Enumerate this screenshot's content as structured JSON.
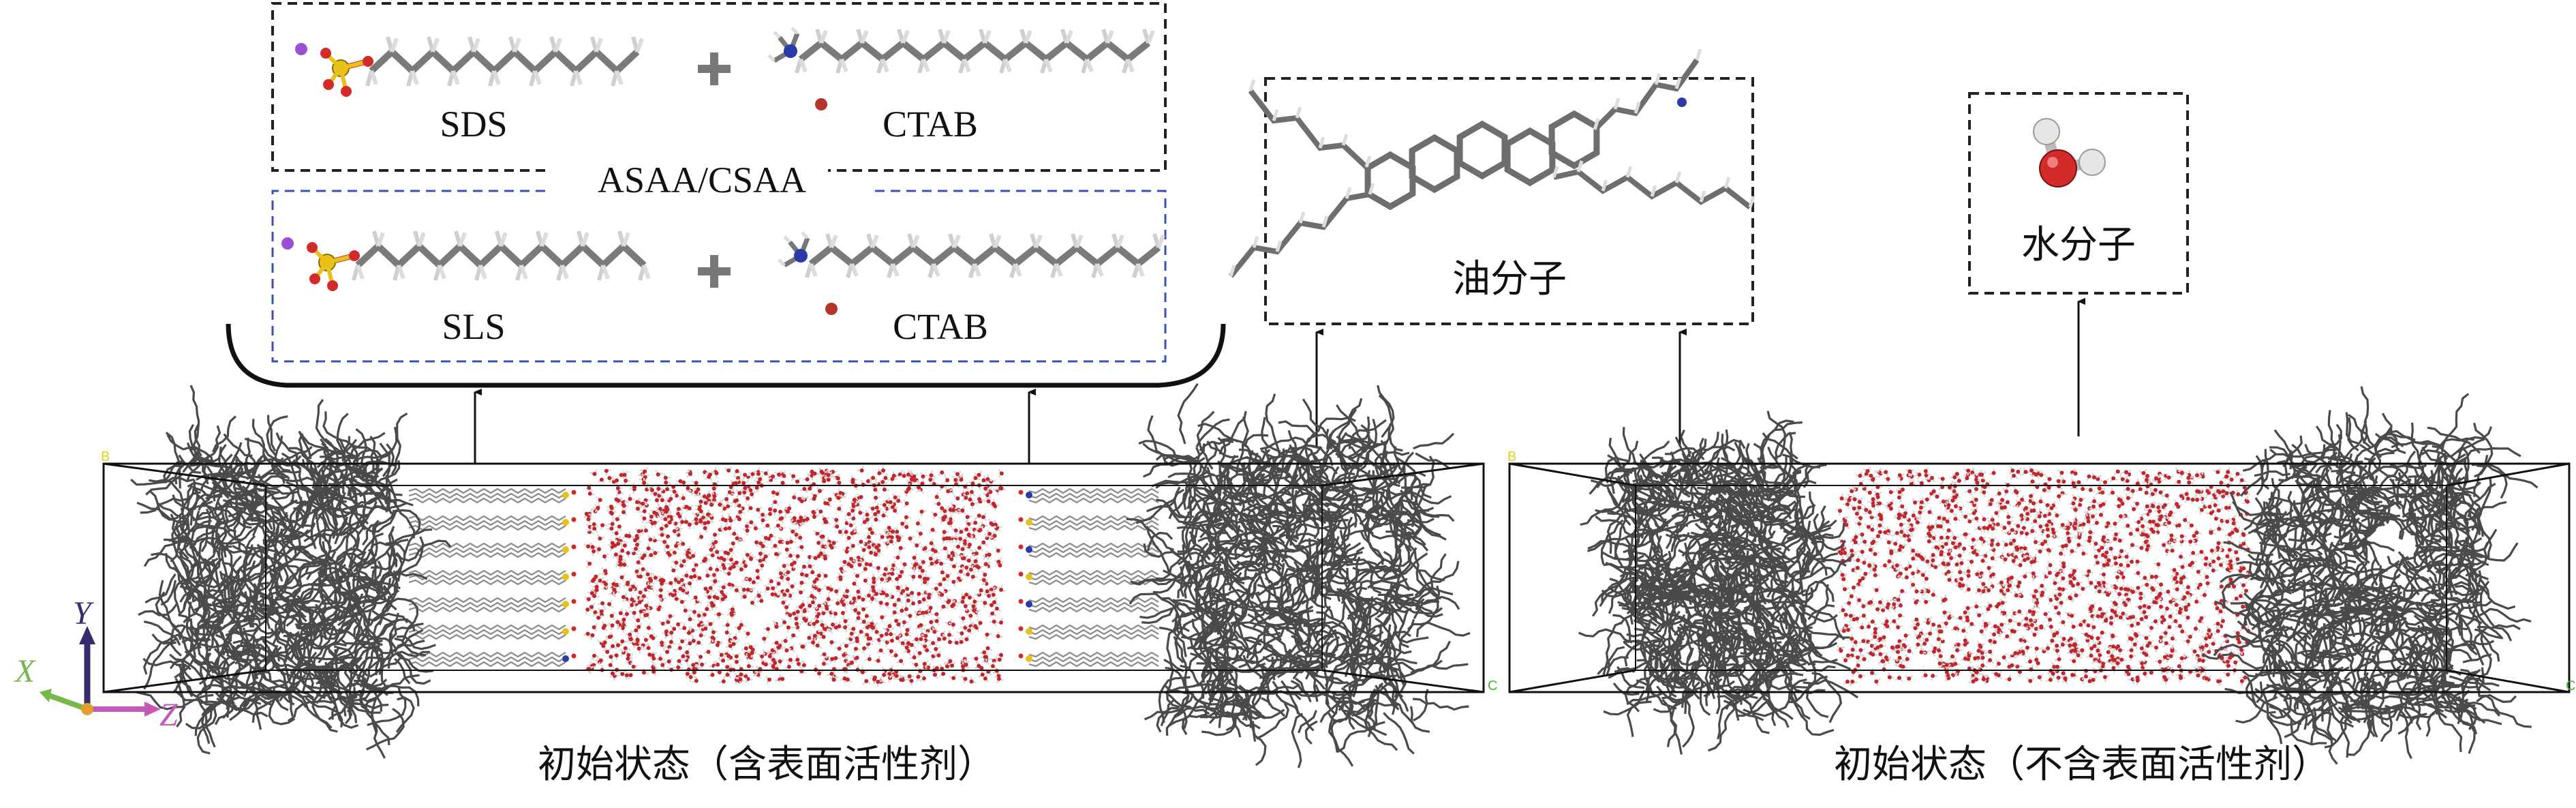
{
  "top_box": {
    "sds_label": "SDS",
    "ctab_label_1": "CTAB",
    "group_label": "ASAA/CSAA",
    "sls_label": "SLS",
    "ctab_label_2": "CTAB",
    "plus_symbol": "+"
  },
  "oil_box": {
    "label": "油分子"
  },
  "water_box": {
    "label": "水分子"
  },
  "panels": {
    "left_caption": "初始状态（含表面活性剂）",
    "right_caption": "初始状态（不含表面活性剂）"
  },
  "axes": {
    "x": "X",
    "y": "Y",
    "z": "Z"
  },
  "colors": {
    "oil": "#4a4a4a",
    "water_o": "#c0262c",
    "water_h": "#d9d9d9",
    "sulfur": "#e8c21a",
    "oxygen": "#d42a2a",
    "nitrogen": "#2b3aa8",
    "sodium": "#9c4fd6",
    "bromine": "#b5352b",
    "chain": "#7a7a7a",
    "box_dash_black": "#222222",
    "box_dash_blue": "#3b4fb0",
    "axis_y": "#3a2b6e",
    "axis_x": "#78b84b",
    "axis_z": "#c45ab8"
  }
}
